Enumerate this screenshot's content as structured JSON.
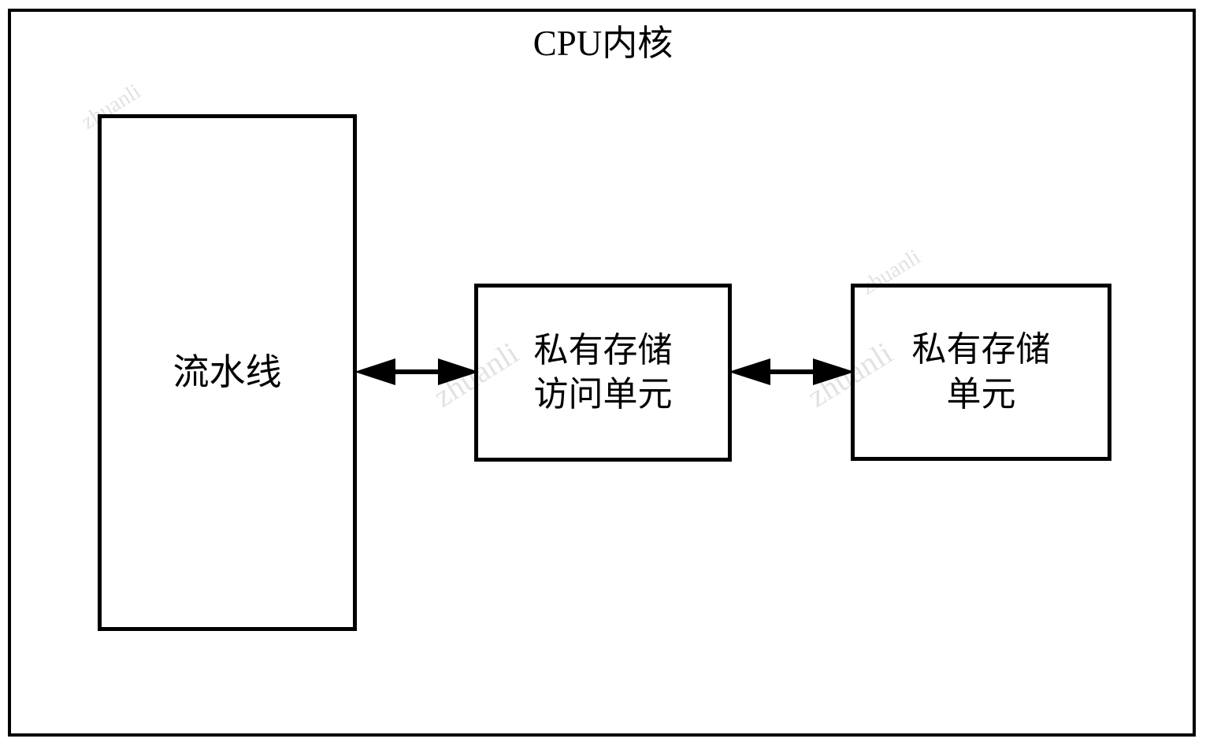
{
  "diagram": {
    "title": "CPU内核",
    "frame_name": "cpu-core-boundary",
    "stroke_color": "#000000",
    "background_color": "#ffffff",
    "blocks": [
      {
        "id": "pipeline",
        "label": "流水线"
      },
      {
        "id": "private-memory-access-unit",
        "label": "私有存储\n访问单元"
      },
      {
        "id": "private-memory-unit",
        "label": "私有存储\n单元"
      }
    ],
    "connectors": [
      {
        "id": "pipeline-to-pmau",
        "style": "double-headed-arrow"
      },
      {
        "id": "pmau-to-pmu",
        "style": "double-headed-arrow"
      }
    ],
    "watermark": "zhuanli"
  }
}
